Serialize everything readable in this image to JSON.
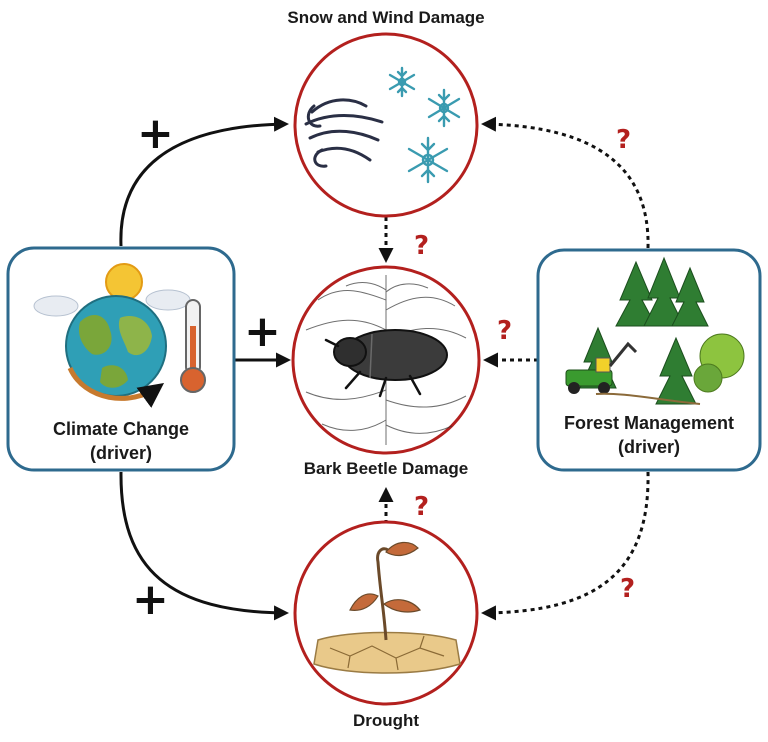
{
  "nodes": {
    "snow_wind": {
      "label": "Snow and Wind Damage"
    },
    "bark_beetle": {
      "label": "Bark Beetle Damage"
    },
    "drought": {
      "label": "Drought"
    },
    "climate": {
      "label": "Climate Change",
      "sub": "(driver)"
    },
    "forest": {
      "label": "Forest Management",
      "sub": "(driver)"
    }
  },
  "edges": [
    {
      "from": "climate",
      "to": "snow_wind",
      "style": "solid",
      "sign": "+"
    },
    {
      "from": "climate",
      "to": "bark_beetle",
      "style": "solid",
      "sign": "+"
    },
    {
      "from": "climate",
      "to": "drought",
      "style": "solid",
      "sign": "+"
    },
    {
      "from": "snow_wind",
      "to": "bark_beetle",
      "style": "dotted",
      "sign": "?"
    },
    {
      "from": "drought",
      "to": "bark_beetle",
      "style": "dotted",
      "sign": "?"
    },
    {
      "from": "forest",
      "to": "snow_wind",
      "style": "dotted",
      "sign": "?"
    },
    {
      "from": "forest",
      "to": "bark_beetle",
      "style": "dotted",
      "sign": "?"
    },
    {
      "from": "forest",
      "to": "drought",
      "style": "dotted",
      "sign": "?"
    }
  ],
  "colors": {
    "circle_border": "#b3201e",
    "box_border": "#2e6a8e",
    "question_mark": "#b3201e",
    "plus_sign": "#111111",
    "arrow": "#111111"
  },
  "icons": {
    "snow_wind": "wind-and-snowflakes-icon",
    "bark_beetle": "bark-beetle-icon",
    "drought": "dry-plant-cracked-soil-icon",
    "climate": "globe-sun-thermometer-icon",
    "forest": "trees-and-harvester-icon"
  }
}
